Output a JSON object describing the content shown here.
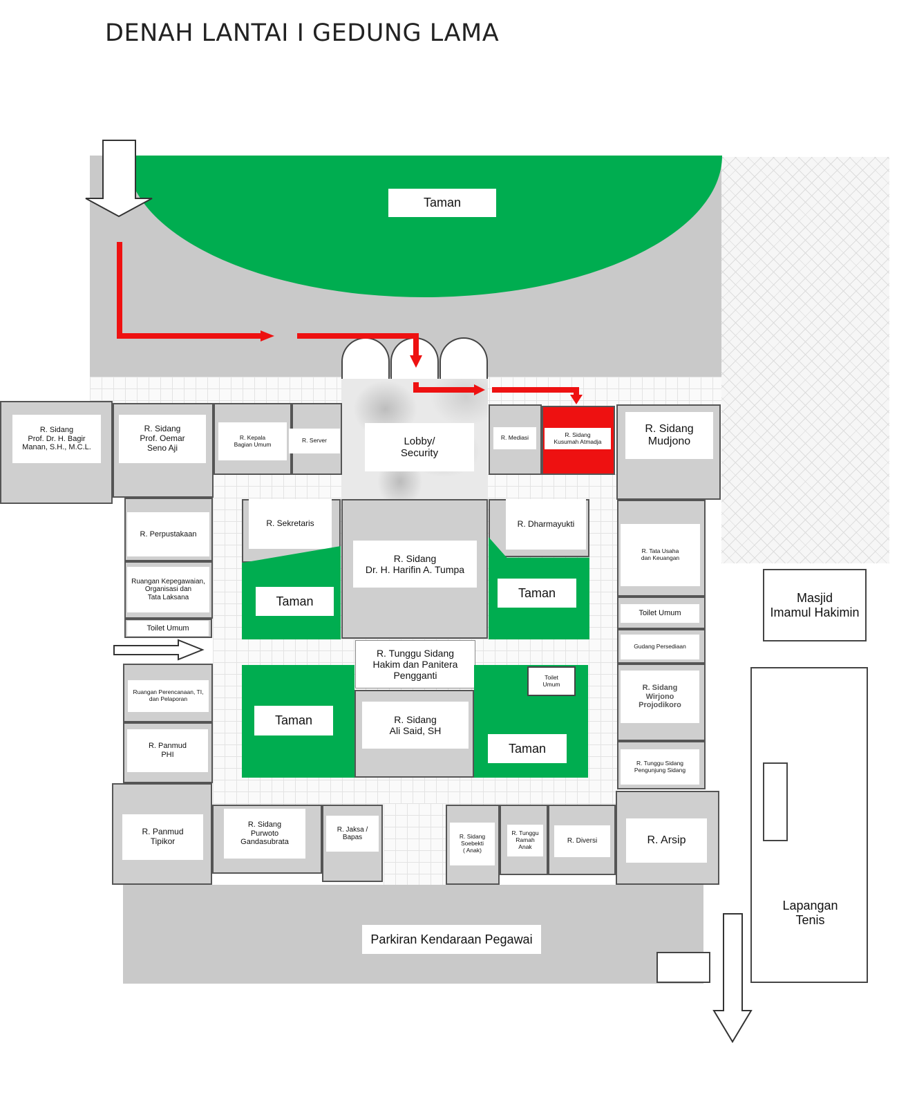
{
  "title": "DENAH LANTAI I GEDUNG LAMA",
  "colors": {
    "garden": "#00ad50",
    "route": "#ee1111",
    "highlight_room": "#ee1111",
    "paving": "#c9c9c9"
  },
  "areas": {
    "taman_top": "Taman",
    "taman_nw": "Taman",
    "taman_ne": "Taman",
    "taman_sw": "Taman",
    "taman_se": "Taman",
    "parkiran": "Parkiran Kendaraan Pegawai",
    "masjid": "Masjid\nImamul Hakimin",
    "lapangan": "Lapangan\nTenis"
  },
  "rooms": {
    "bagir": "R. Sidang\nProf. Dr. H. Bagir\nManan, S.H., M.C.L.",
    "oemar": "R. Sidang\nProf. Oemar\nSeno Aji",
    "kepala": "R. Kepala\nBagian Umum",
    "server": "R. Server",
    "lobby": "Lobby/\nSecurity",
    "mediasi": "R. Mediasi",
    "kusumah": "R. Sidang\nKusumah Atmadja",
    "mudjono": "R. Sidang\nMudjono",
    "perpustakaan": "R. Perpustakaan",
    "kepegawaian": "Ruangan Kepegawaian,\nOrganisasi dan\nTata Laksana",
    "toilet_left": "Toilet Umum",
    "sekretaris": "R. Sekretaris",
    "harifin": "R. Sidang\nDr. H. Harifin A. Tumpa",
    "dharmayukti": "R. Dharmayukti",
    "tata_usaha": "R. Tata Usaha\ndan Keuangan",
    "toilet_right": "Toilet Umum",
    "gudang": "Gudang Persediaan",
    "tunggu_hakim": "R. Tunggu Sidang\nHakim dan Panitera\nPengganti",
    "toilet_small": "Toilet\nUmum",
    "wirjono": "R. Sidang\nWirjono\nProjodikoro",
    "perencanaan": "Ruangan Perencanaan, TI,\ndan Pelaporan",
    "ali_said": "R. Sidang\nAli Said, SH",
    "panmud_phi": "R. Panmud\nPHI",
    "tunggu_pengunjung": "R. Tunggu Sidang\nPengunjung Sidang",
    "panmud_tipikor": "R. Panmud\nTipikor",
    "purwoto": "R. Sidang\nPurwoto\nGandasubrata",
    "jaksa": "R. Jaksa /\nBapas",
    "soebekti": "R. Sidang\nSoebekti\n( Anak)",
    "ramah_anak": "R. Tunggu\nRamah\nAnak",
    "diversi": "R. Diversi",
    "arsip": "R. Arsip"
  },
  "icons": [
    "entrance-arrow-icon",
    "side-entrance-arrow-icon",
    "exit-arrow-icon",
    "route-arrow-icon"
  ]
}
